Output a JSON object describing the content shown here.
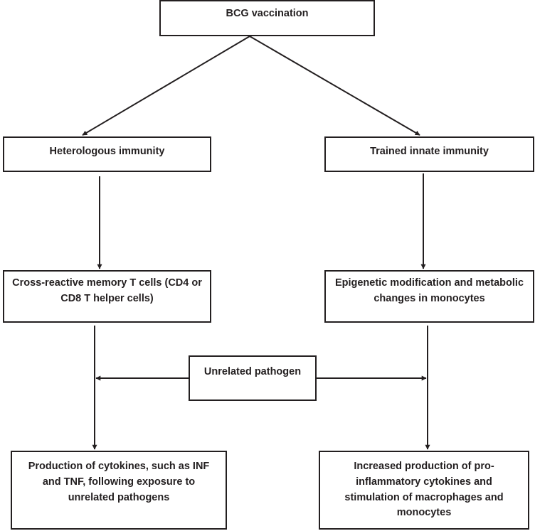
{
  "diagram": {
    "nodes": {
      "bcg": {
        "label": "BCG vaccination"
      },
      "heterologous": {
        "label": "Heterologous immunity"
      },
      "trained": {
        "label": "Trained innate immunity"
      },
      "cross_reactive": {
        "label": "Cross-reactive memory T cells (CD4 or CD8 T helper cells)"
      },
      "epigenetic": {
        "label": "Epigenetic modification and metabolic changes in monocytes"
      },
      "pathogen": {
        "label": "Unrelated pathogen"
      },
      "production": {
        "label": "Production of cytokines, such as INF and TNF, following exposure to unrelated pathogens"
      },
      "increased": {
        "label": "Increased production of pro-inflammatory cytokines and stimulation of macrophages and monocytes"
      }
    },
    "edges": [
      {
        "from": "bcg",
        "to": "heterologous"
      },
      {
        "from": "bcg",
        "to": "trained"
      },
      {
        "from": "heterologous",
        "to": "cross_reactive"
      },
      {
        "from": "trained",
        "to": "epigenetic"
      },
      {
        "from": "cross_reactive",
        "to": "production"
      },
      {
        "from": "epigenetic",
        "to": "increased"
      },
      {
        "from": "pathogen",
        "to": "cross_reactive-production-line"
      },
      {
        "from": "pathogen",
        "to": "epigenetic-increased-line"
      }
    ],
    "colors": {
      "stroke": "#231f20",
      "background": "#ffffff"
    }
  }
}
